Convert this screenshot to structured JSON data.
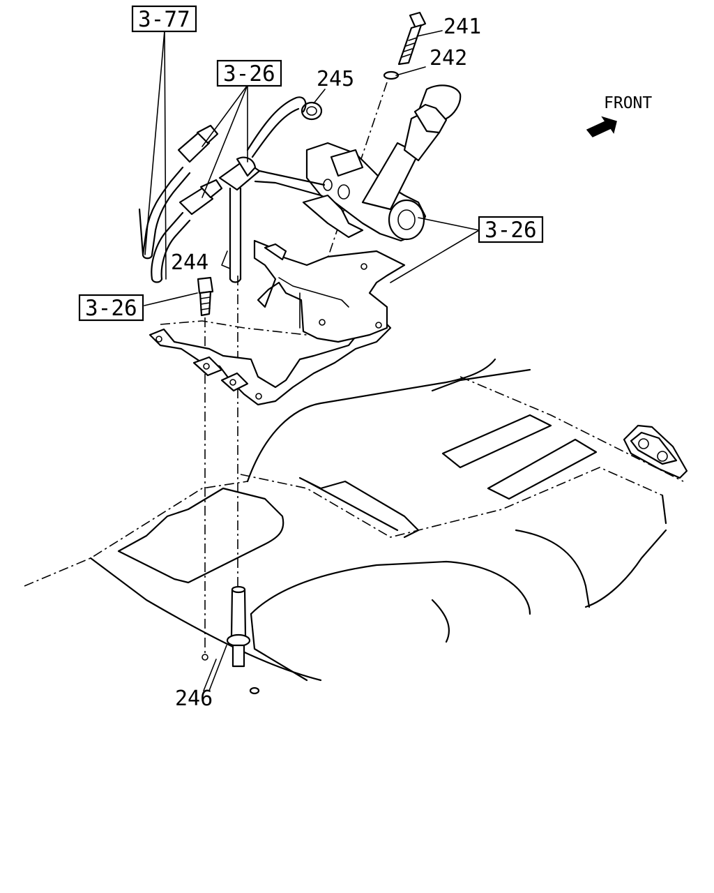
{
  "diagram": {
    "part_labels": {
      "p241": "241",
      "p242": "242",
      "p244": "244",
      "p245": "245",
      "p246": "246"
    },
    "reference_boxes": {
      "ref_top": "3-77",
      "ref_upper": "3-26",
      "ref_right": "3-26",
      "ref_left": "3-26"
    },
    "direction": {
      "text": "FRONT"
    }
  }
}
